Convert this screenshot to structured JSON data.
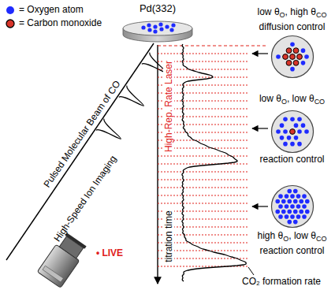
{
  "diagram": {
    "nodes": [
      {
        "text": [
          "low θO, high θCO",
          "diffusion control"
        ]
      },
      {
        "text": [
          "low θO, low θCO",
          "reaction control"
        ]
      },
      {
        "text": [
          "high θO, low θCO",
          "reaction control"
        ]
      }
    ],
    "labels": [
      "Pd(332)",
      "Pulsed Molecular Beam of CO",
      "High-Speed Ion Imaging",
      "• LIVE",
      "High-Rep. Rate Laser",
      "titration time",
      "CO₂ formation rate"
    ],
    "legend": [
      {
        "text": "= Oxygen atom",
        "color": "#1f2bff"
      },
      {
        "text": "= Carbon monoxide",
        "color": "#d8352a"
      }
    ]
  }
}
